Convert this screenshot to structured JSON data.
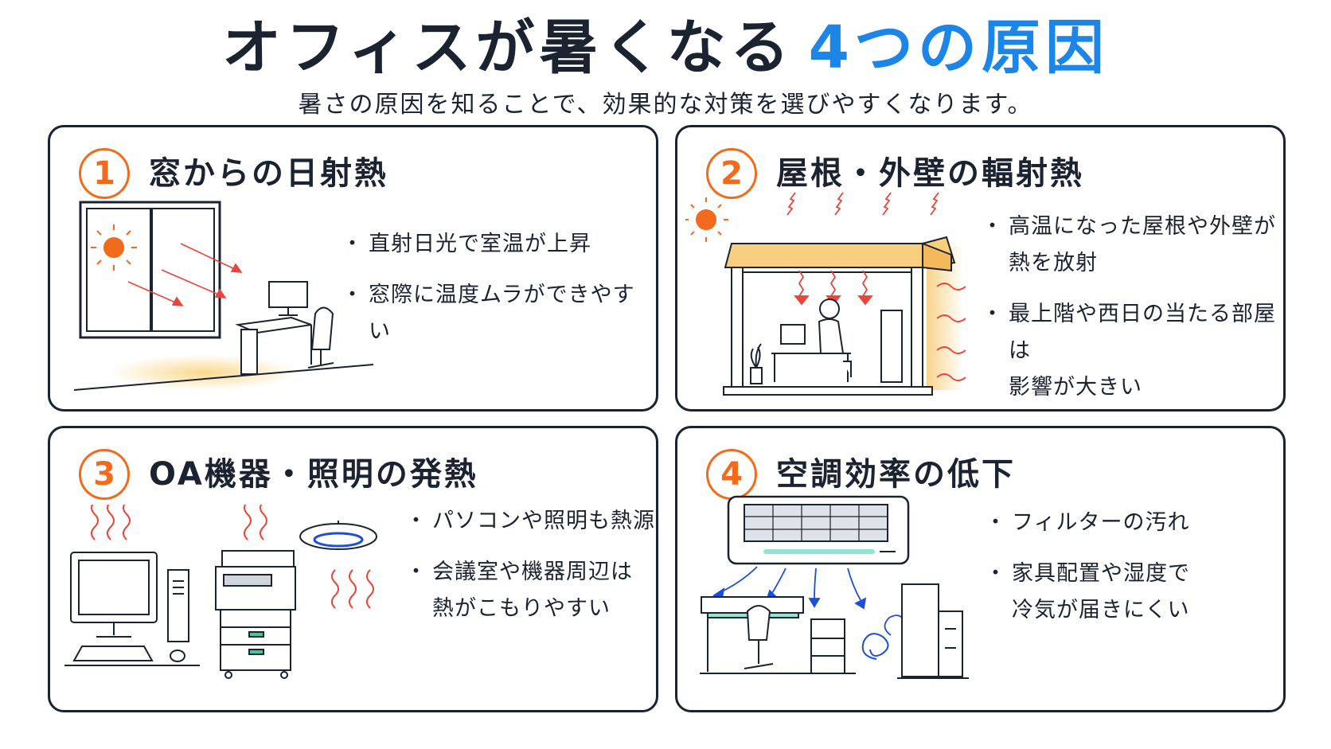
{
  "title": {
    "main": "オフィスが暑くなる",
    "accent": "4つの原因"
  },
  "subtitle": "暑さの原因を知ることで、効果的な対策を選びやすくなります。",
  "colors": {
    "accent_blue": "#1c86e8",
    "accent_orange": "#f26b1d",
    "ink": "#1b2230",
    "roof": "#f8cf7f"
  },
  "causes": [
    {
      "number": "1",
      "title": "窓からの日射熱",
      "bullets": [
        "直射日光で室温が上昇",
        "窓際に温度ムラができやすい"
      ]
    },
    {
      "number": "2",
      "title": "屋根・外壁の輻射熱",
      "bullets": [
        "高温になった屋根や外壁が\n熱を放射",
        "最上階や西日の当たる部屋は\n影響が大きい"
      ]
    },
    {
      "number": "3",
      "title": "OA機器・照明の発熱",
      "bullets": [
        "パソコンや照明も熱源",
        "会議室や機器周辺は\n熱がこもりやすい"
      ]
    },
    {
      "number": "4",
      "title": "空調効率の低下",
      "bullets": [
        "フィルターの汚れ",
        "家具配置や湿度で\n冷気が届きにくい"
      ]
    }
  ]
}
